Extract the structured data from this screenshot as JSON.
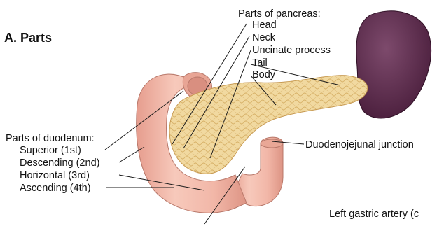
{
  "panel_title": "A. Parts",
  "pancreas": {
    "heading": "Parts of pancreas:",
    "parts": [
      "Head",
      "Neck",
      "Uncinate process",
      "Tail",
      "Body"
    ]
  },
  "duodenum": {
    "heading": "Parts of duodenum:",
    "parts": [
      "Superior (1st)",
      "Descending (2nd)",
      "Horizontal (3rd)",
      "Ascending (4th)"
    ]
  },
  "junction_label": "Duodenojejunal junction",
  "artery_label": "Left gastric artery (c",
  "colors": {
    "duodenum_fill": "#f2b7a8",
    "duodenum_shadow": "#d98f80",
    "pancreas_fill": "#f1d9a0",
    "pancreas_lobule": "#d9b46c",
    "spleen_fill": "#5b2a4c",
    "spleen_highlight": "#7d4a6c",
    "leader_line": "#1a1a1a"
  }
}
